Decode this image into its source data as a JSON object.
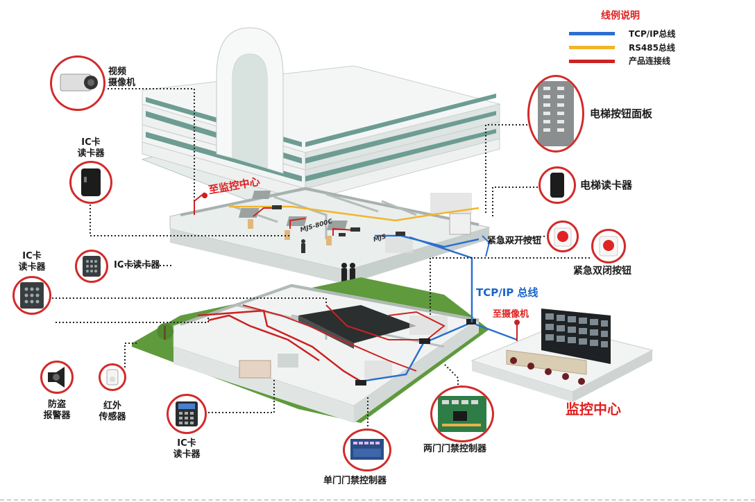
{
  "legend": {
    "title": "线例说明",
    "items": [
      {
        "label": "TCP/IP总线",
        "color": "#2b6fd0"
      },
      {
        "label": "RS485总线",
        "color": "#f2b52b"
      },
      {
        "label": "产品连接线",
        "color": "#cc2222"
      }
    ]
  },
  "labels": {
    "video_camera": [
      "视频",
      "摄像机"
    ],
    "ic_reader_top": [
      "IC卡",
      "读卡器"
    ],
    "to_monitor_center": "至监控中心",
    "ic_reader_inline": "IC卡读卡器",
    "ic_reader_left": [
      "IC卡",
      "读卡器"
    ],
    "alarm": [
      "防盗",
      "报警器"
    ],
    "infrared": [
      "红外",
      "传感器"
    ],
    "ic_reader_bottom": [
      "IC卡",
      "读卡器"
    ],
    "single_door_controller": "单门门禁控制器",
    "two_door_controller": "两门门禁控制器",
    "elevator_panel": "电梯按钮面板",
    "elevator_reader": "电梯读卡器",
    "emergency_open": "紧急双开按钮",
    "emergency_close": "紧急双闭按钮",
    "tcpip_bus": "TCP/IP 总线",
    "to_camera": "至摄像机",
    "monitor_center": "监控中心",
    "device_model": "MJS-800C",
    "device_model_2": "MJS"
  },
  "colors": {
    "accent_red": "#d22a2a",
    "bus_blue": "#2b6fd0",
    "bus_yellow": "#f2b52b",
    "connection_red": "#cc2222"
  }
}
